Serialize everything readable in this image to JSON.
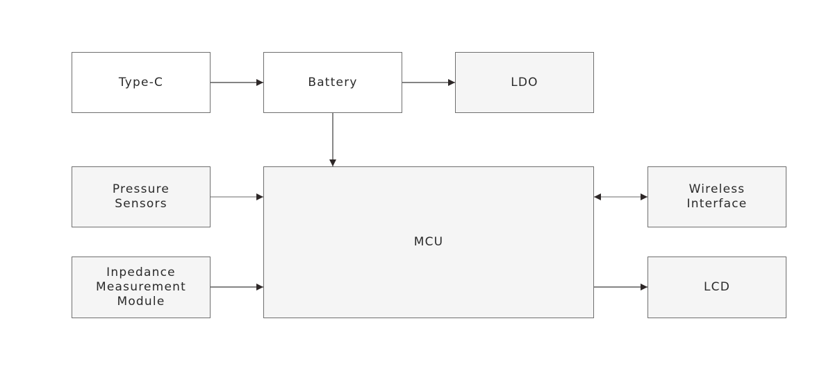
{
  "diagram": {
    "blocks": {
      "type_c": "Type-C",
      "battery": "Battery",
      "ldo": "LDO",
      "pressure": "Pressure\nSensors",
      "impedance": "Inpedance\nMeasurement\nModule",
      "mcu": "MCU",
      "wireless": "Wireless\nInterface",
      "lcd": "LCD"
    },
    "connections": [
      {
        "from": "Type-C",
        "to": "Battery",
        "direction": "forward"
      },
      {
        "from": "Battery",
        "to": "LDO",
        "direction": "forward"
      },
      {
        "from": "Battery",
        "to": "MCU",
        "direction": "forward"
      },
      {
        "from": "Pressure Sensors",
        "to": "MCU",
        "direction": "forward"
      },
      {
        "from": "Inpedance Measurement Module",
        "to": "MCU",
        "direction": "forward"
      },
      {
        "from": "MCU",
        "to": "Wireless Interface",
        "direction": "bidirectional"
      },
      {
        "from": "MCU",
        "to": "LCD",
        "direction": "forward"
      }
    ],
    "colors": {
      "line": "#3a3a3a",
      "border": "#6e6e6e",
      "fill_gray": "#f5f5f5",
      "fill_white": "#ffffff"
    }
  }
}
